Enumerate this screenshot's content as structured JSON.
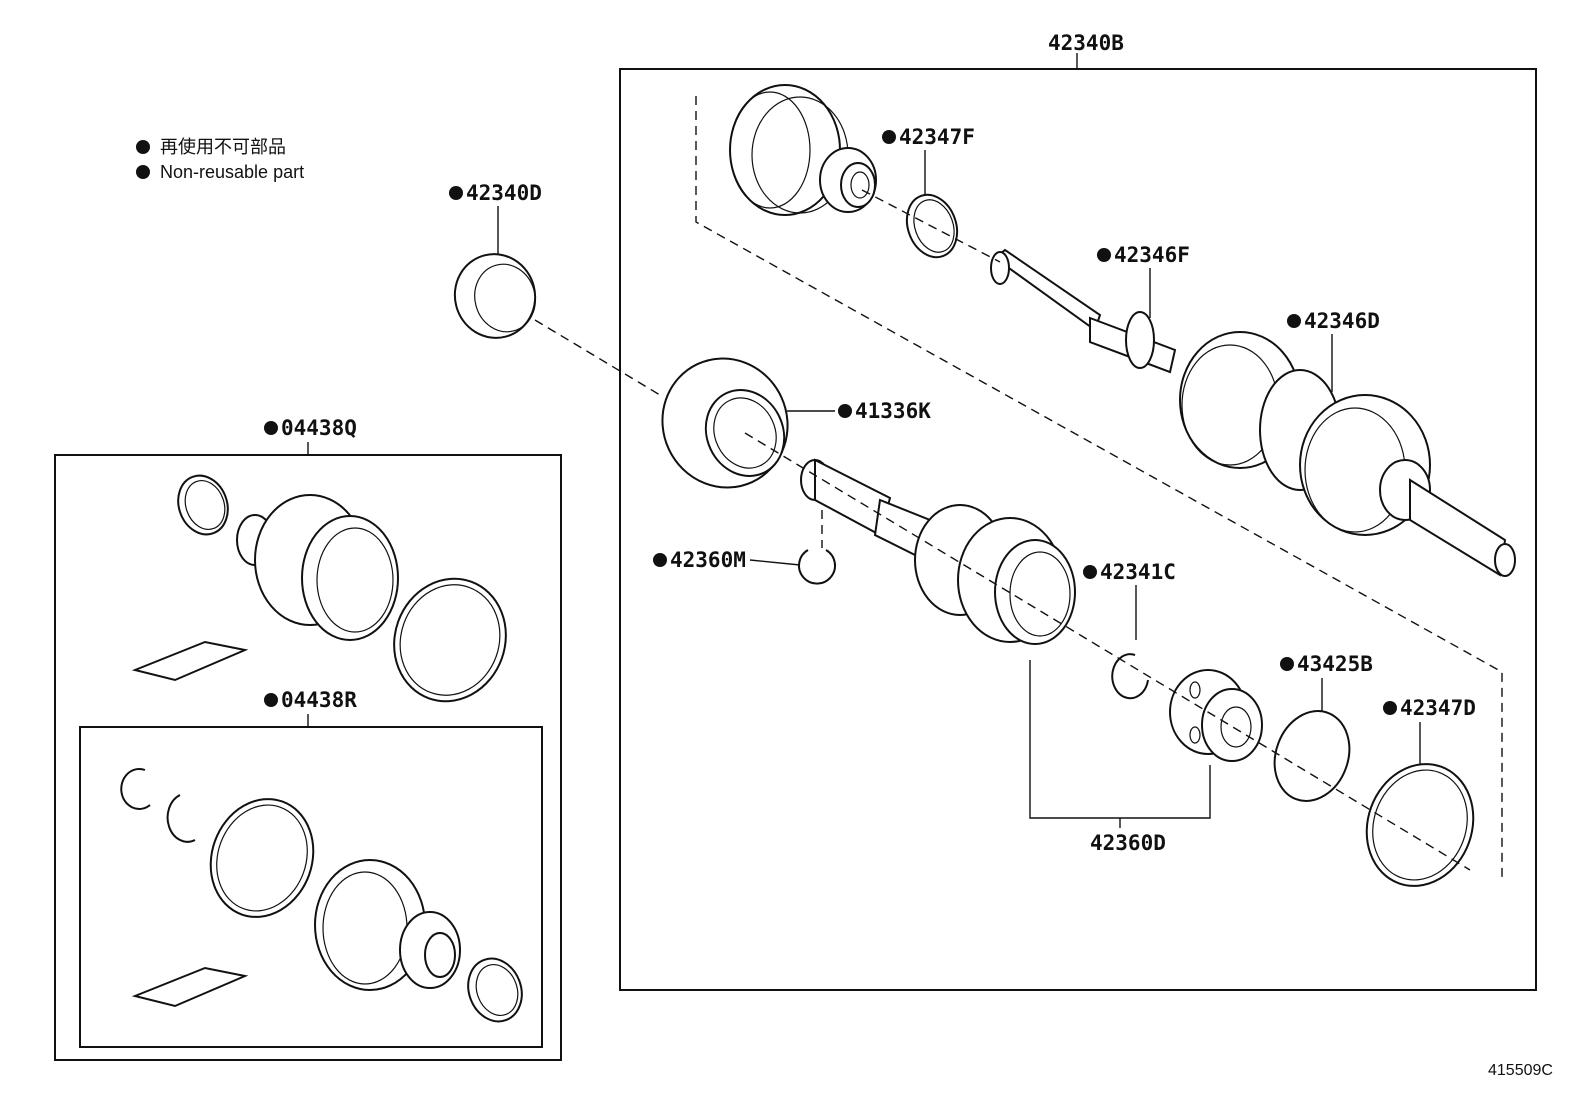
{
  "legend": {
    "japanese": "再使用不可部品",
    "english": "Non-reusable part"
  },
  "labels": {
    "assembly_42340B": "42340B",
    "p42347F": "42347F",
    "p42346F": "42346F",
    "p42346D": "42346D",
    "p42340D": "42340D",
    "p41336K": "41336K",
    "p42360M": "42360M",
    "p42341C": "42341C",
    "p43425B": "43425B",
    "p42347D": "42347D",
    "p42360D": "42360D",
    "kit_04438Q": "04438Q",
    "kit_04438R": "04438R"
  },
  "reference_number": "415509C",
  "marker": "non-reusable-dot"
}
